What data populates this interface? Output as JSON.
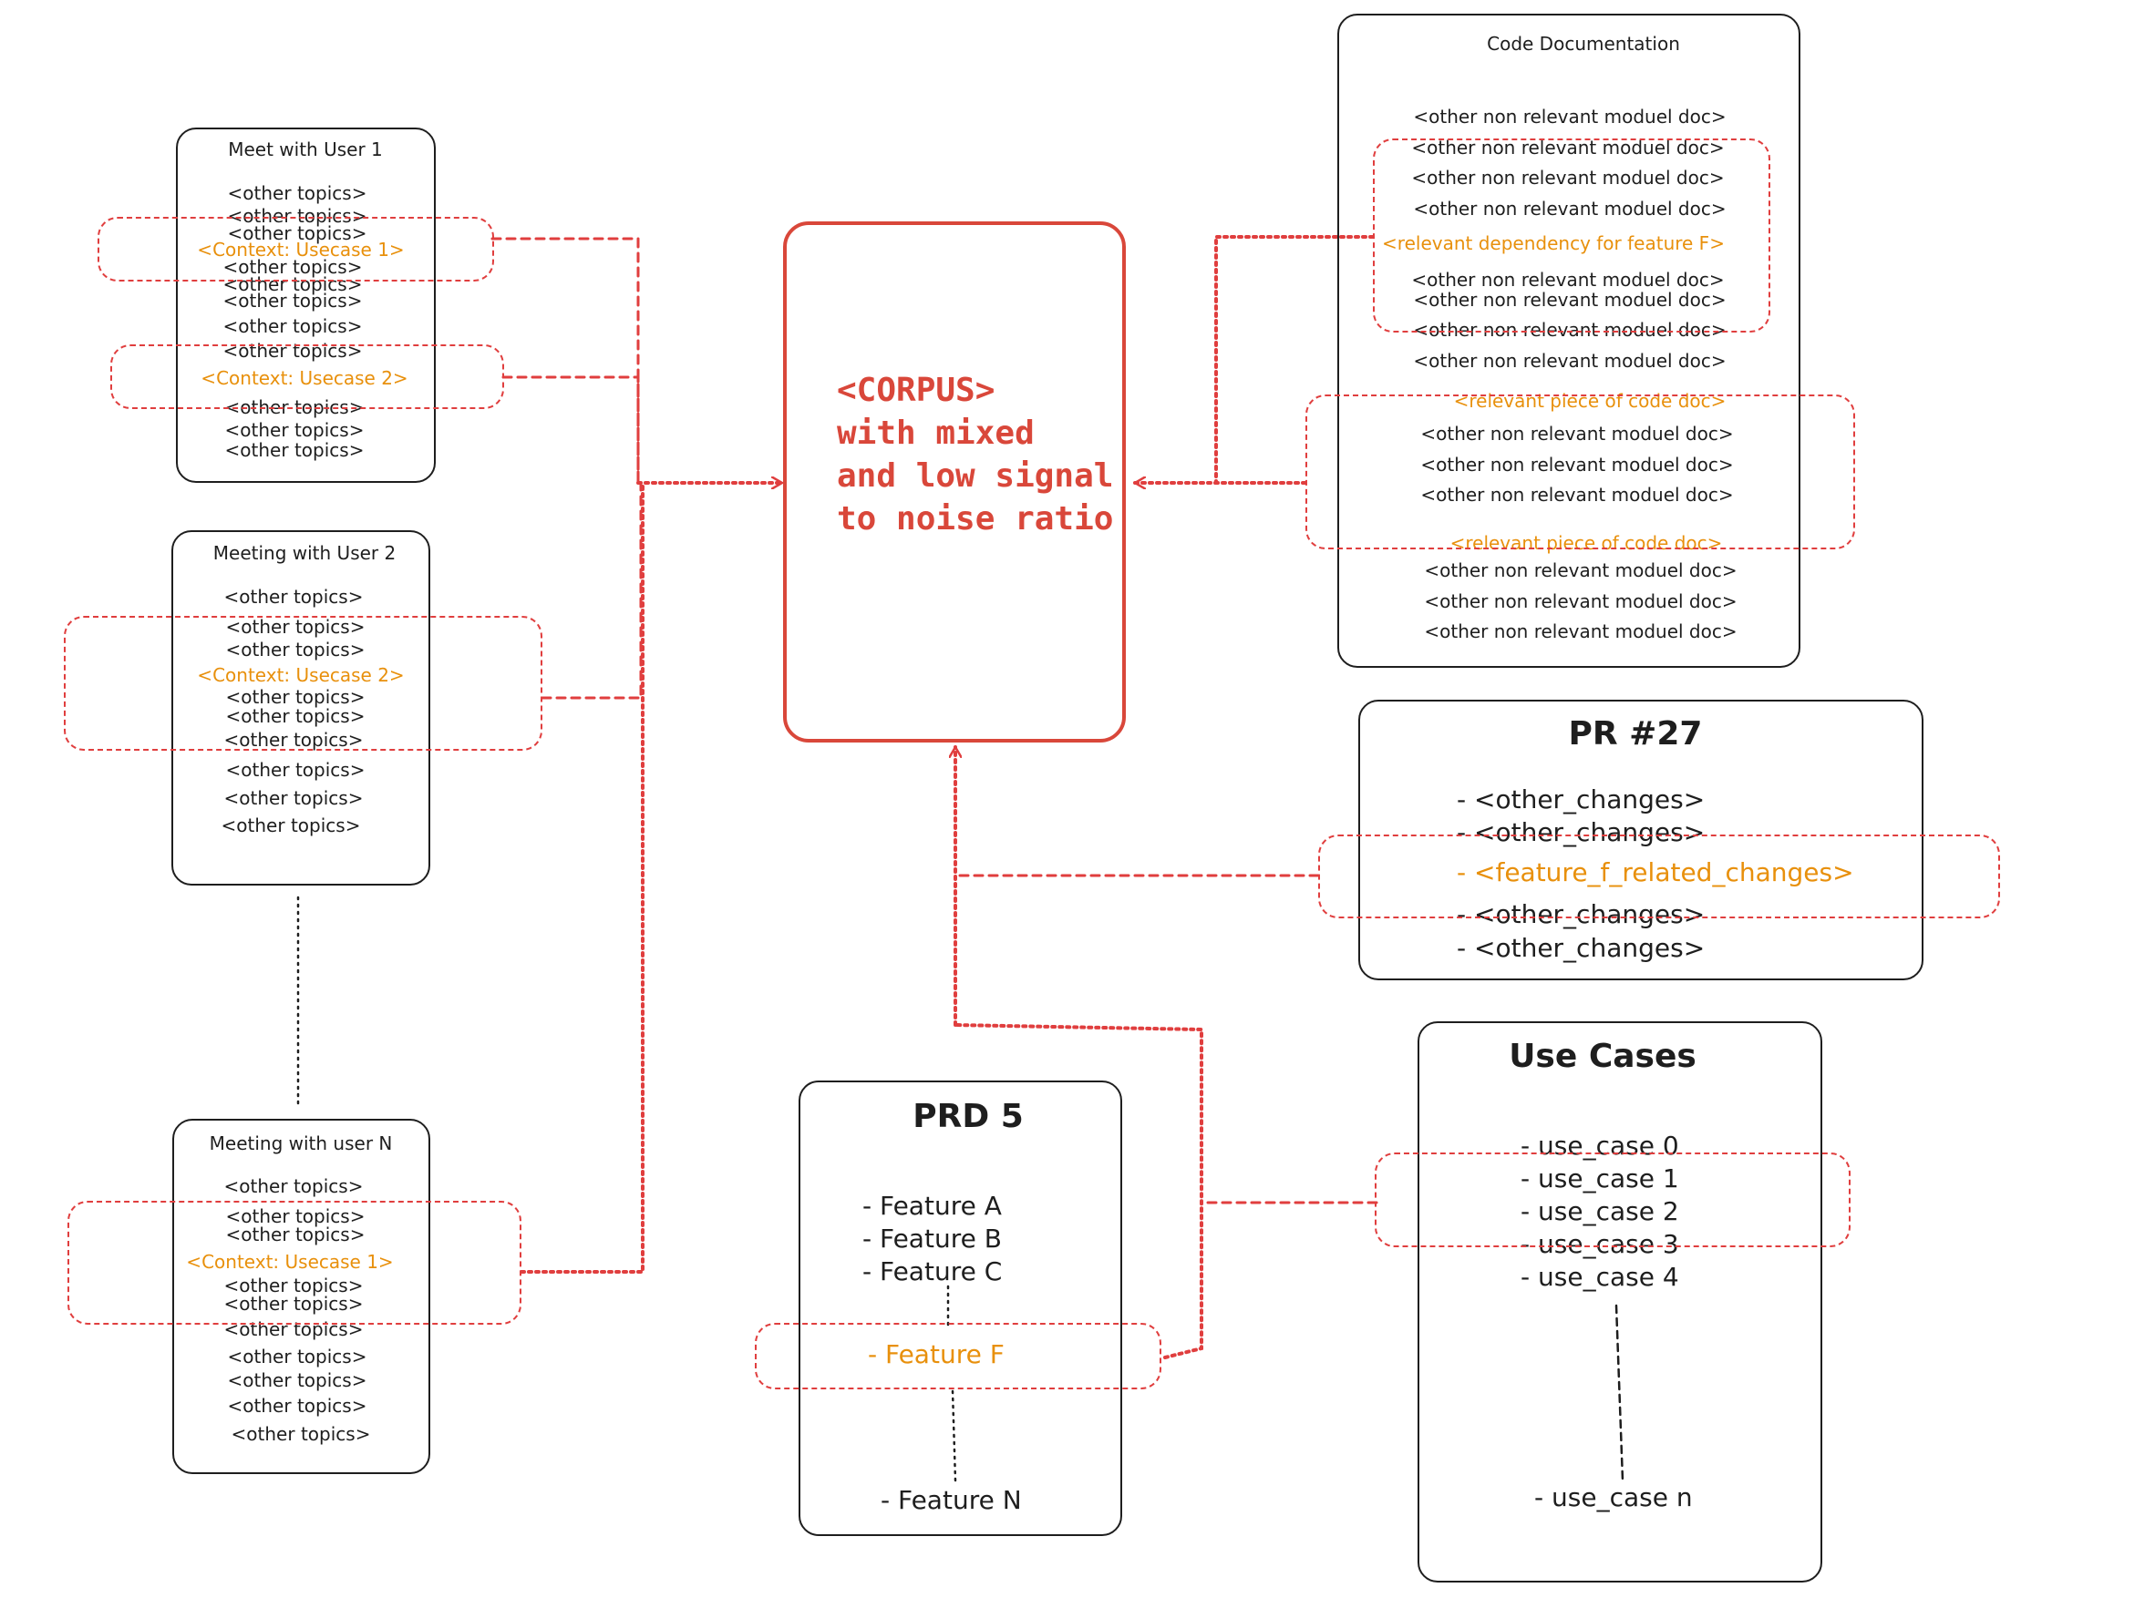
{
  "meeting1": {
    "title": "Meet with User 1",
    "lines": [
      "<other topics>",
      "<other topics>",
      "<other topics>",
      "<Context: Usecase 1>",
      "<other topics>",
      "<other topics>",
      "<other topics>",
      "<other topics>",
      "<other topics>",
      "<Context: Usecase 2>",
      "<other topics>",
      "<other topics>",
      "<other topics>"
    ]
  },
  "meeting2": {
    "title": "Meeting with User 2",
    "lines": [
      "<other topics>",
      "<other topics>",
      "<other topics>",
      "<Context: Usecase 2>",
      "<other topics>",
      "<other topics>",
      "<other topics>",
      "<other topics>",
      "<other topics>",
      "<other topics>"
    ]
  },
  "meetingN": {
    "title": "Meeting with user N",
    "lines": [
      "<other topics>",
      "<other topics>",
      "<other topics>",
      "<Context: Usecase 1>",
      "<other topics>",
      "<other topics>",
      "<other topics>",
      "<other topics>",
      "<other topics>",
      "<other topics>",
      "<other topics>"
    ]
  },
  "corpus": {
    "lines": [
      "<CORPUS>",
      "with mixed",
      "and low signal",
      "to noise ratio"
    ]
  },
  "code_doc": {
    "title": "Code Documentation",
    "lines": [
      "<other non relevant moduel doc>",
      "<other non relevant moduel doc>",
      "<other non relevant moduel doc>",
      "<other non relevant moduel doc>",
      "<relevant dependency for feature F>",
      "<other non relevant moduel doc>",
      "<other non relevant moduel doc>",
      "<other non relevant moduel doc>",
      "<other non relevant moduel doc>",
      "<relevant piece of code doc>",
      "<other non relevant moduel doc>",
      "<other non relevant moduel doc>",
      "<other non relevant moduel doc>",
      "<relevant piece of code doc>",
      "<other non relevant moduel doc>",
      "<other non relevant moduel doc>",
      "<other non relevant moduel doc>"
    ]
  },
  "pr": {
    "title": "PR #27",
    "lines": [
      "- <other_changes>",
      "- <other_changes>",
      "- <feature_f_related_changes>",
      "- <other_changes>",
      "- <other_changes>"
    ]
  },
  "prd": {
    "title": "PRD 5",
    "lines": [
      "- Feature A",
      "- Feature B",
      "- Feature C",
      "- Feature F",
      "- Feature N"
    ]
  },
  "use_cases": {
    "title": "Use Cases",
    "lines": [
      "- use_case 0",
      "- use_case 1",
      "- use_case 2",
      "- use_case 3",
      "- use_case 4",
      "- use_case n"
    ]
  },
  "colors": {
    "stroke": "#1e1e1e",
    "highlight": "#e03e3e",
    "corpus": "#d9473a",
    "relevant": "#e8900c"
  }
}
